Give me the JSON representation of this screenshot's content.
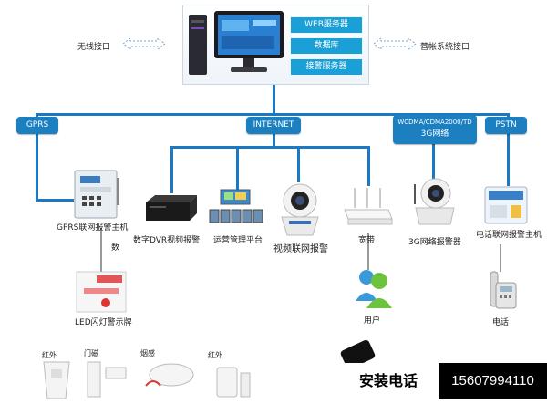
{
  "server": {
    "services": [
      "WEB服务器",
      "数据库",
      "接警服务器"
    ]
  },
  "left_interface": "无线接口",
  "right_interface": "营帐系统接口",
  "networks": {
    "gprs": "GPRS",
    "internet": "INTERNET",
    "wcdma": "WCDMA/CDMA2000/TD",
    "g3": "3G网络",
    "pstn": "PSTN"
  },
  "devices": {
    "gprs_host": "GPRS联网报警主机",
    "dvr": "数字DVR视频报警",
    "platform": "运营管理平台",
    "video_alarm": "视频联网报警",
    "broadband": "宽带",
    "g3_alarm": "3G网络报警器",
    "phone_host": "电话联网报警主机",
    "user": "用户",
    "phone": "电话",
    "led_sign": "LED闪灯警示牌",
    "shu": "数"
  },
  "sensors": [
    "红外",
    "门磁",
    "烟感",
    "红外"
  ],
  "contact": {
    "label": "安装电话",
    "phone": "15607994110"
  },
  "colors": {
    "line": "#1b78c2",
    "tag": "#1c7fc0",
    "service": "#1a9fd6"
  }
}
